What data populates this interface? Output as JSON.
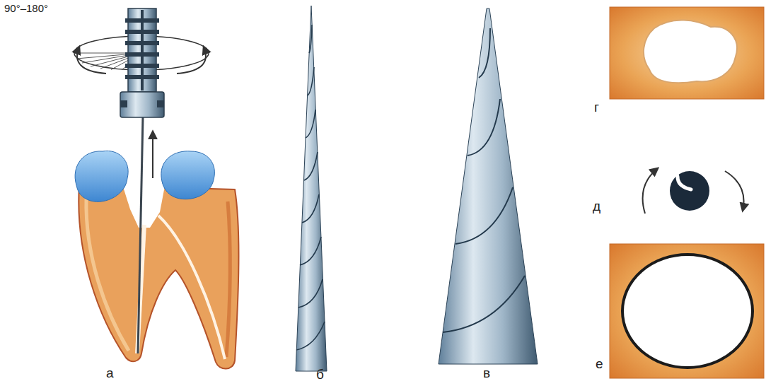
{
  "diagram": {
    "labels": [
      "90°–180°",
      "а",
      "б",
      "в",
      "г",
      "д",
      "е"
    ]
  }
}
